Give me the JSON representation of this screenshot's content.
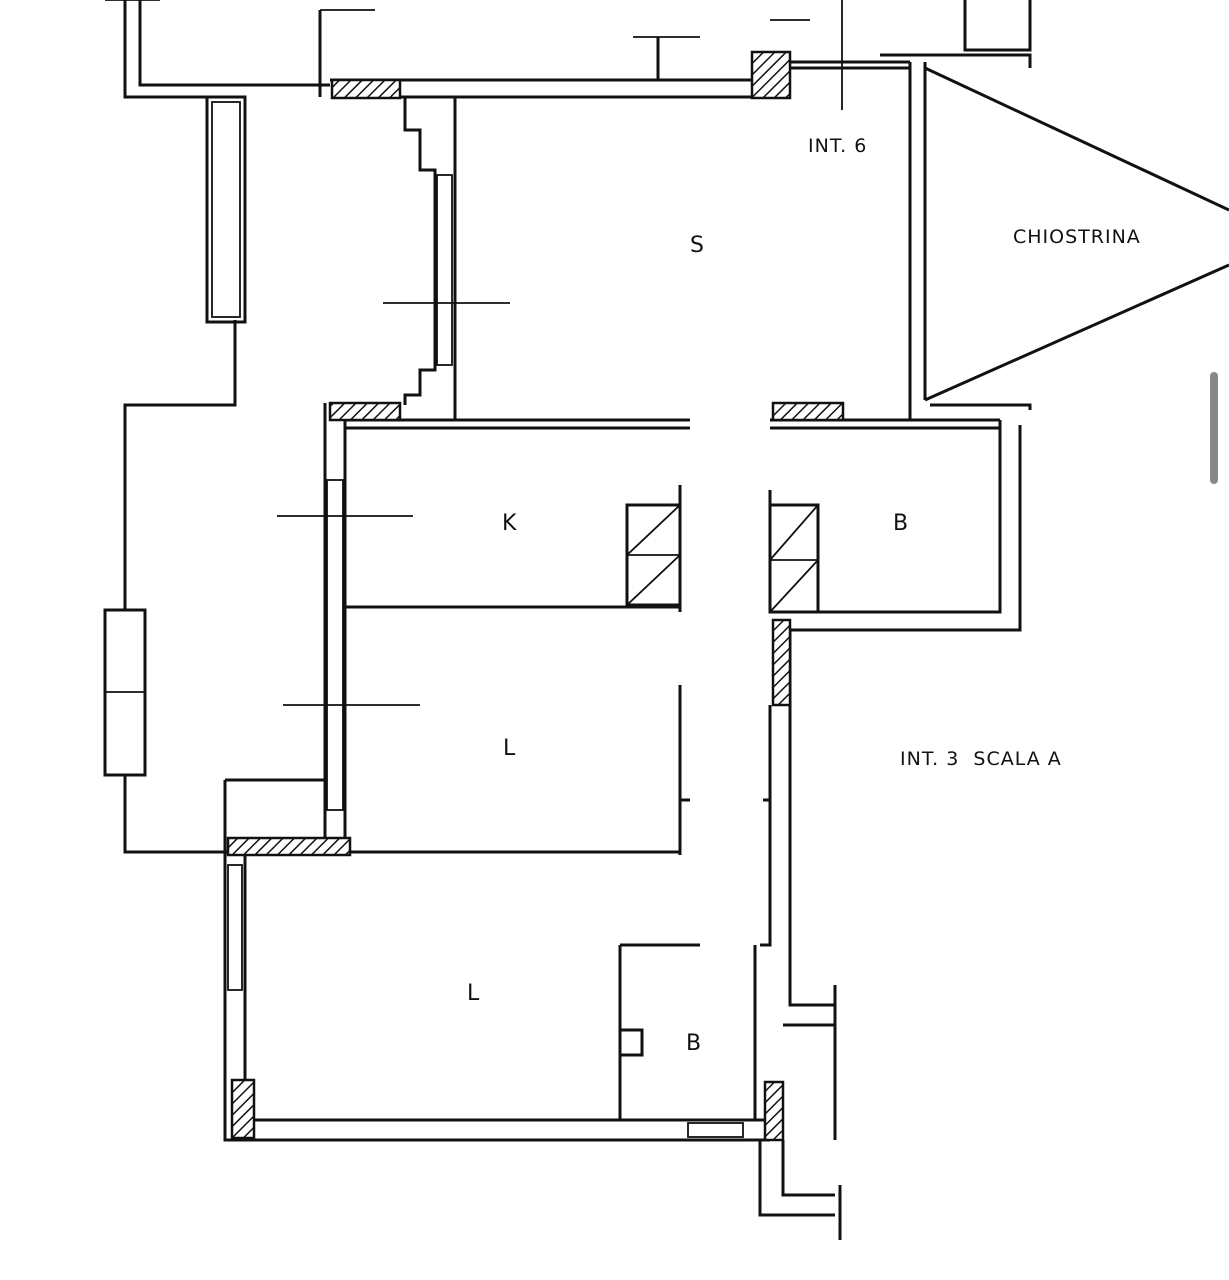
{
  "plan": {
    "labels": {
      "int6": "INT. 6",
      "chiostrina": "CHIOSTRINA",
      "soggiorno": "S",
      "kitchen": "K",
      "bath_upper": "B",
      "room_middle": "L",
      "room_lower": "L",
      "bath_lower": "B",
      "int3": "INT. 3  SCALA A"
    }
  },
  "colors": {
    "ink": "#111111",
    "paper": "#ffffff"
  }
}
